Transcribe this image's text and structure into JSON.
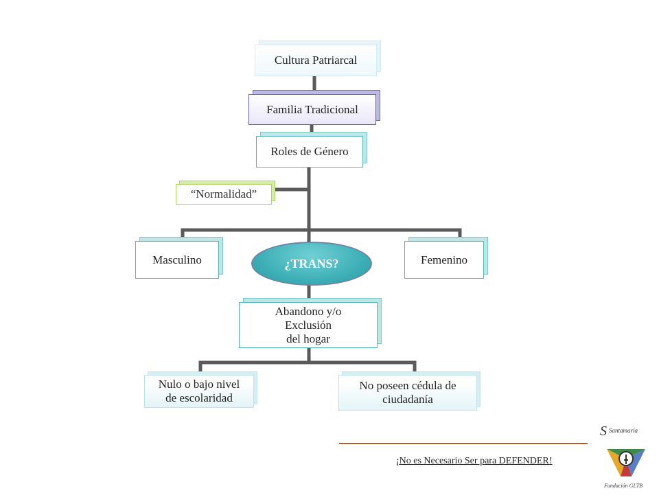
{
  "nodes": {
    "cultura": "Cultura Patriarcal",
    "familia": "Familia Tradicional",
    "roles": "Roles de Género",
    "normalidad": "“Normalidad”",
    "masculino": "Masculino",
    "trans": "¿TRANS?",
    "femenino": "Femenino",
    "abandono_l1": "Abandono y/o",
    "abandono_l2": "Exclusión",
    "abandono_l3": "del hogar",
    "nulo_l1": "Nulo o bajo nivel",
    "nulo_l2": "de escolaridad",
    "cedula_l1": "No poseen cédula de",
    "cedula_l2": "ciudadanía"
  },
  "footer": {
    "slogan": "¡No es Necesario Ser para DEFENDER!"
  },
  "logo": {
    "title": "Santamaría",
    "subtitle": "Fundación GLTB"
  },
  "colors": {
    "connector": "#5a5a5a",
    "teal_border": "#4fb8b8",
    "purple_border": "#5d5aa0",
    "green_border": "#a9d660",
    "ellipse_fill": "#3fb0b7",
    "footer_rule": "#b85a2a"
  }
}
